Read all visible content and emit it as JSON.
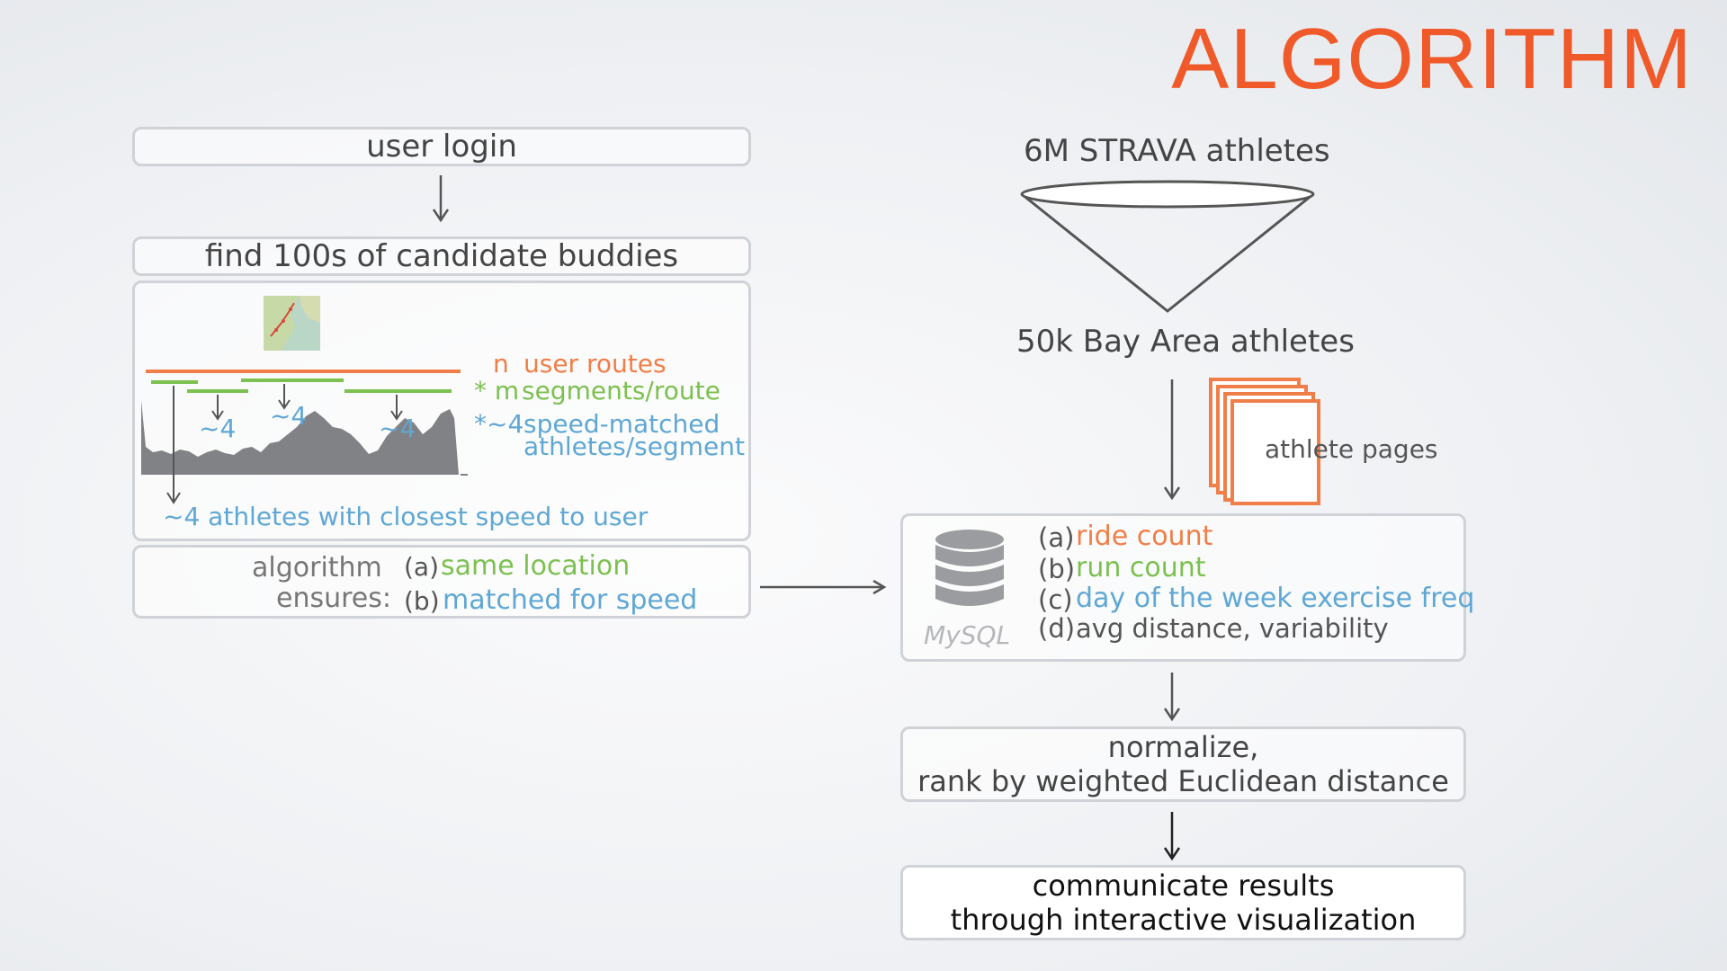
{
  "title": "ALGORITHM",
  "left": {
    "login": "user login",
    "find": "find 100s of candidate buddies",
    "legend": {
      "n_prefix": "n",
      "n_label": "user routes",
      "m_prefix": "* m",
      "m_label": "segments/route",
      "speed_prefix": "*~4",
      "speed_label_1": "speed-matched",
      "speed_label_2": "athletes/segment"
    },
    "approx_labels": [
      "~4",
      "~4",
      "~4"
    ],
    "closest": "~4 athletes with closest speed to user",
    "ensures_1": "algorithm",
    "ensures_2": "ensures:",
    "a_prefix": "(a)",
    "a_label": "same location",
    "b_prefix": "(b)",
    "b_label": "matched for speed"
  },
  "right": {
    "strava": "6M STRAVA athletes",
    "bay": "50k Bay Area athletes",
    "pages": "athlete pages",
    "db_label": "MySQL",
    "features": [
      {
        "prefix": "(a)",
        "label": "ride count",
        "color": "#f07e48"
      },
      {
        "prefix": "(b)",
        "label": "run count",
        "color": "#7cc050"
      },
      {
        "prefix": "(c)",
        "label": "day of the week exercise freq",
        "color": "#5fa7d4"
      },
      {
        "prefix": "(d)",
        "label": "avg distance, variability",
        "color": "#555555"
      }
    ],
    "normalize_1": "normalize,",
    "normalize_2": "rank by weighted Euclidean distance",
    "communicate_1": "communicate results",
    "communicate_2": "through interactive visualization"
  },
  "colors": {
    "accent": "#f05a2a",
    "orange": "#f07e48",
    "green": "#7cc050",
    "blue": "#5fa7d4",
    "gray": "#666666"
  }
}
